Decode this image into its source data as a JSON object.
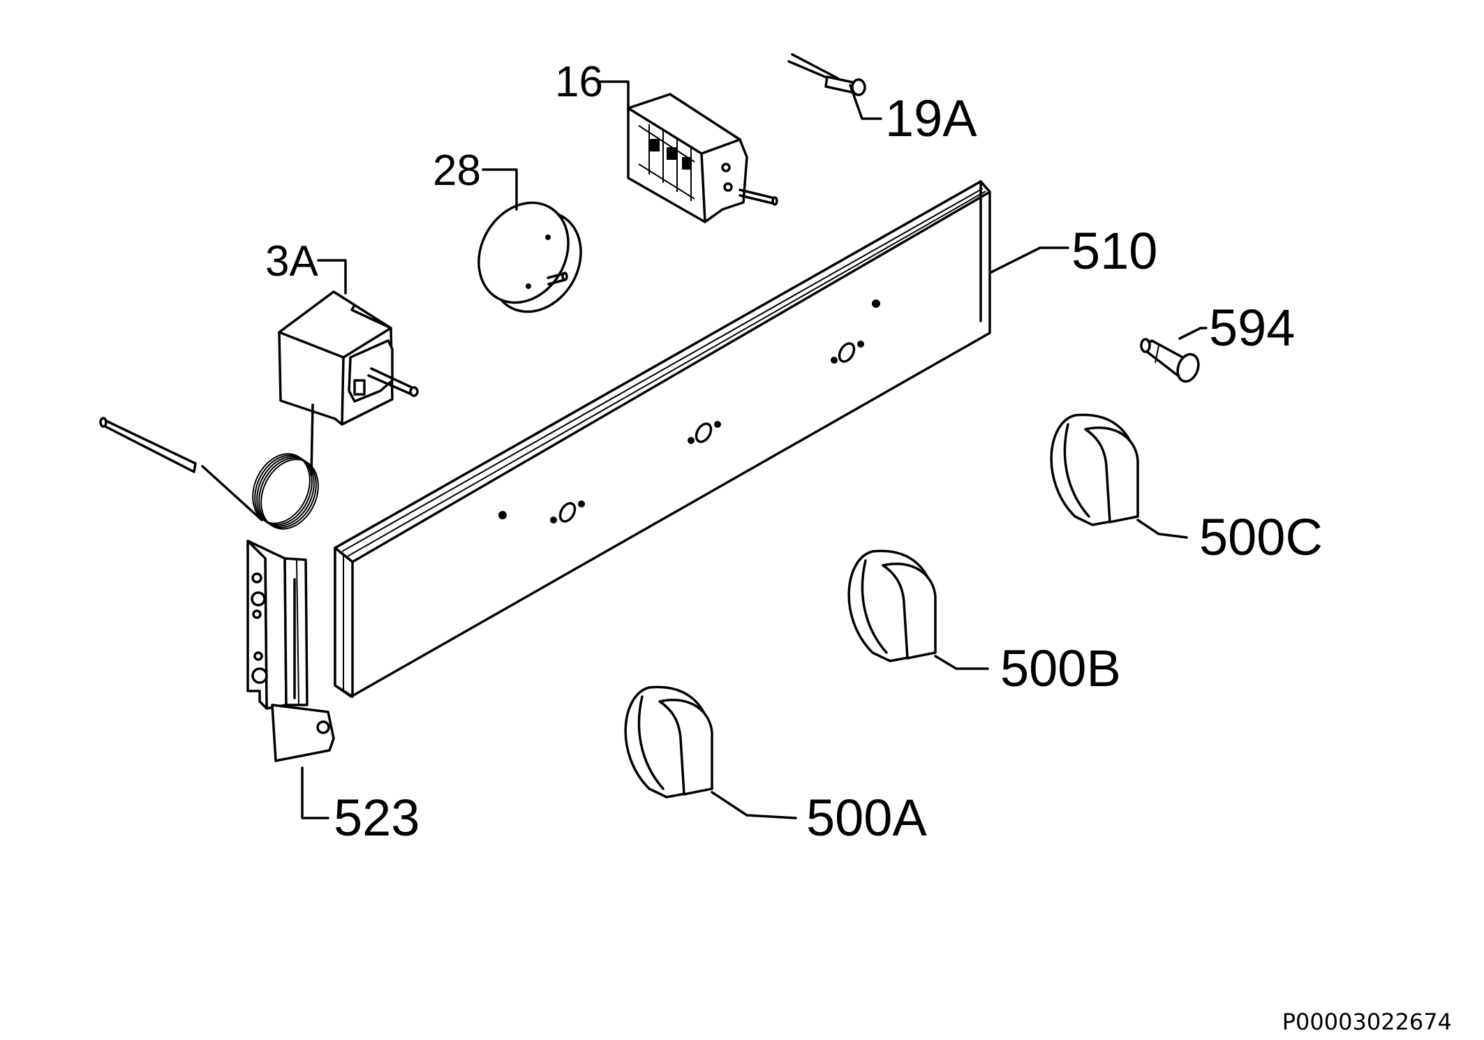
{
  "labels": {
    "p16": "16",
    "p19a": "19A",
    "p28": "28",
    "p3a": "3A",
    "p510": "510",
    "p594": "594",
    "p500c": "500C",
    "p500b": "500B",
    "p500a": "500A",
    "p523": "523"
  },
  "reference": "P00003022674"
}
